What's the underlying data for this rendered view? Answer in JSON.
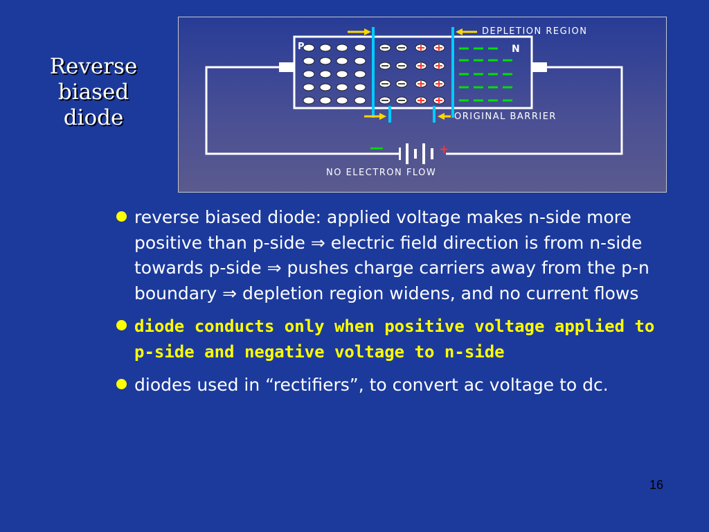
{
  "slide": {
    "title_lines": [
      "Reverse",
      "biased",
      "diode"
    ],
    "page_number": "16"
  },
  "figure": {
    "labels": {
      "depletion_region": "DEPLETION REGION",
      "original_barrier": "ORIGINAL BARRIER",
      "no_electron_flow": "NO ELECTRON FLOW",
      "p": "P",
      "n": "N",
      "battery_minus": "—",
      "battery_plus": "+"
    },
    "colors": {
      "hole": "#ffffff",
      "minus_ion": "#ffffff",
      "plus_ion": "#ff3333",
      "n_dash": "#00e000",
      "boundary": "#00ccff",
      "arrow": "#ffd700"
    }
  },
  "bullets": [
    {
      "id": "b1",
      "text": "reverse biased diode: applied voltage makes n-side more positive than p-side      ⇒ electric field direction is from n-side towards p-side ⇒ pushes charge carriers away from the p-n boundary ⇒ depletion region widens, and no current flows"
    },
    {
      "id": "b2",
      "text": " diode conducts only when positive voltage applied to p-side and negative voltage to n-side"
    },
    {
      "id": "b3",
      "text": " diodes used in “rectifiers”, to convert ac voltage to dc."
    }
  ]
}
